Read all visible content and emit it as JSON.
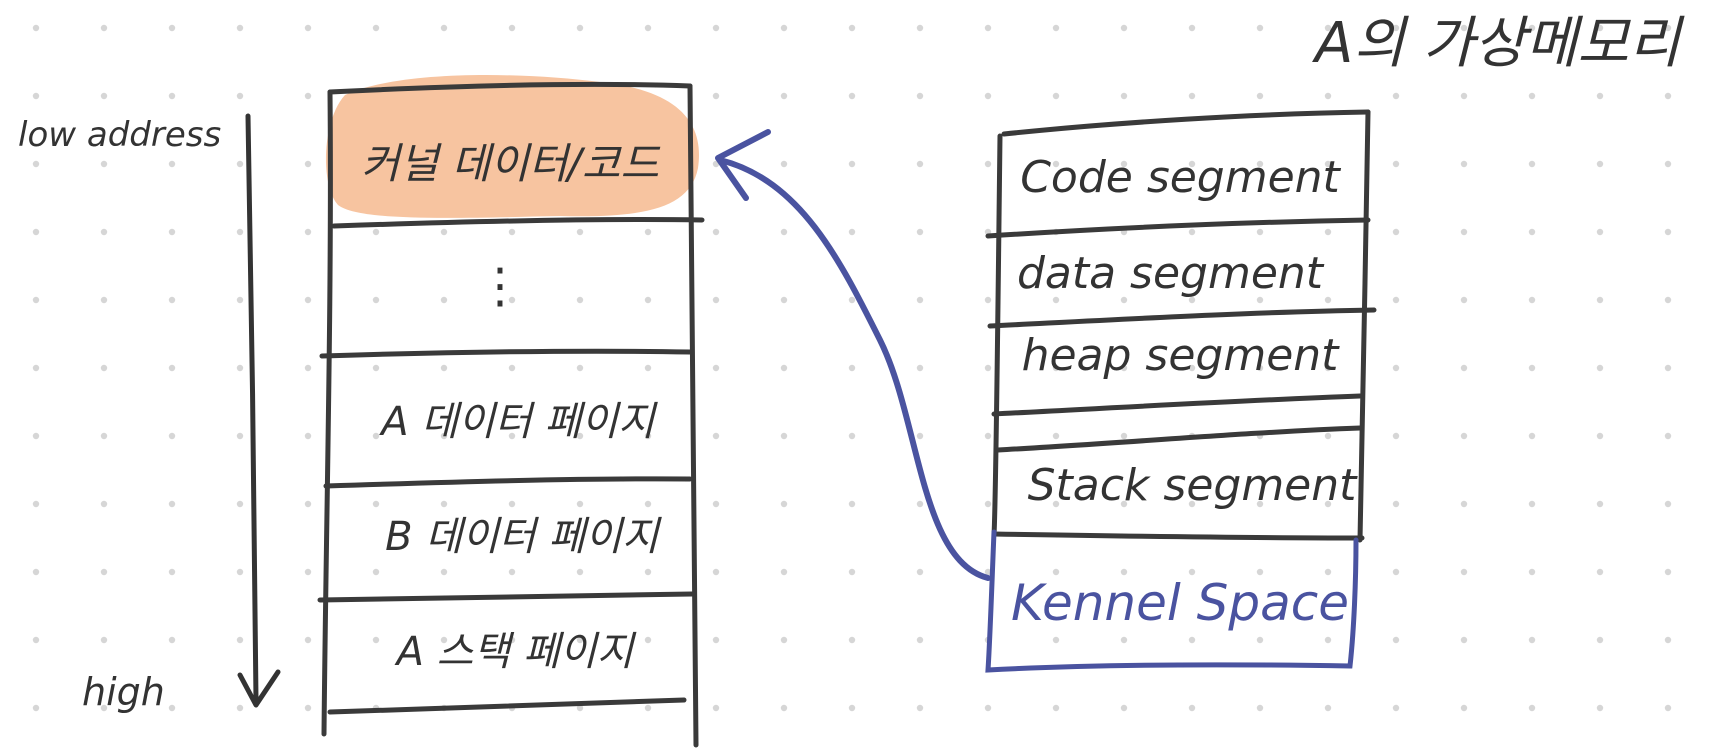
{
  "title": "A의 가상메모리",
  "axis": {
    "low_label": "low address",
    "high_label": "high"
  },
  "physical_memory": {
    "cells": [
      {
        "label": "커널 데이터/코드",
        "highlighted": true
      },
      {
        "label": "⋮",
        "highlighted": false
      },
      {
        "label": "A 데이터 페이지",
        "highlighted": false
      },
      {
        "label": "B 데이터 페이지",
        "highlighted": false
      },
      {
        "label": "A 스택 페이지",
        "highlighted": false
      }
    ]
  },
  "virtual_memory": {
    "cells": [
      {
        "label": "Code segment"
      },
      {
        "label": "data segment"
      },
      {
        "label": "heap segment"
      },
      {
        "label": ""
      },
      {
        "label": "Stack segment"
      }
    ],
    "kernel_label": "Kennel Space"
  },
  "colors": {
    "highlight": "#f7c4a0",
    "kernel": "#4a53a0",
    "ink": "#333333",
    "dots": "#d6d6d6"
  }
}
